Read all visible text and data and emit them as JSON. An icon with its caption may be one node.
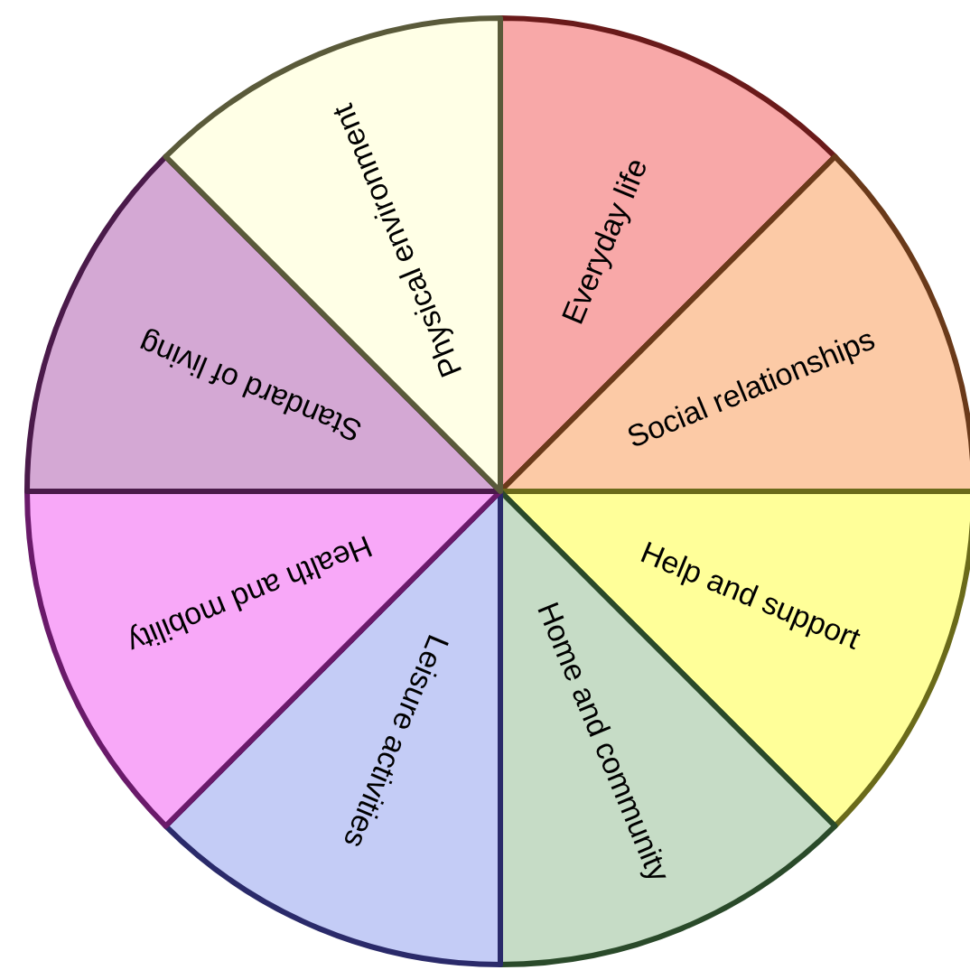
{
  "diagram": {
    "nodes": [
      {
        "text": [
          "Everyday life"
        ]
      },
      {
        "text": [
          "Social relationships"
        ]
      },
      {
        "text": [
          "Help and support"
        ]
      },
      {
        "text": [
          "Home and community"
        ]
      },
      {
        "text": [
          "Leisure activities"
        ]
      },
      {
        "text": [
          "Health and mobility"
        ]
      },
      {
        "text": [
          "Standard of living"
        ]
      },
      {
        "text": [
          "Physical environment"
        ]
      }
    ]
  }
}
